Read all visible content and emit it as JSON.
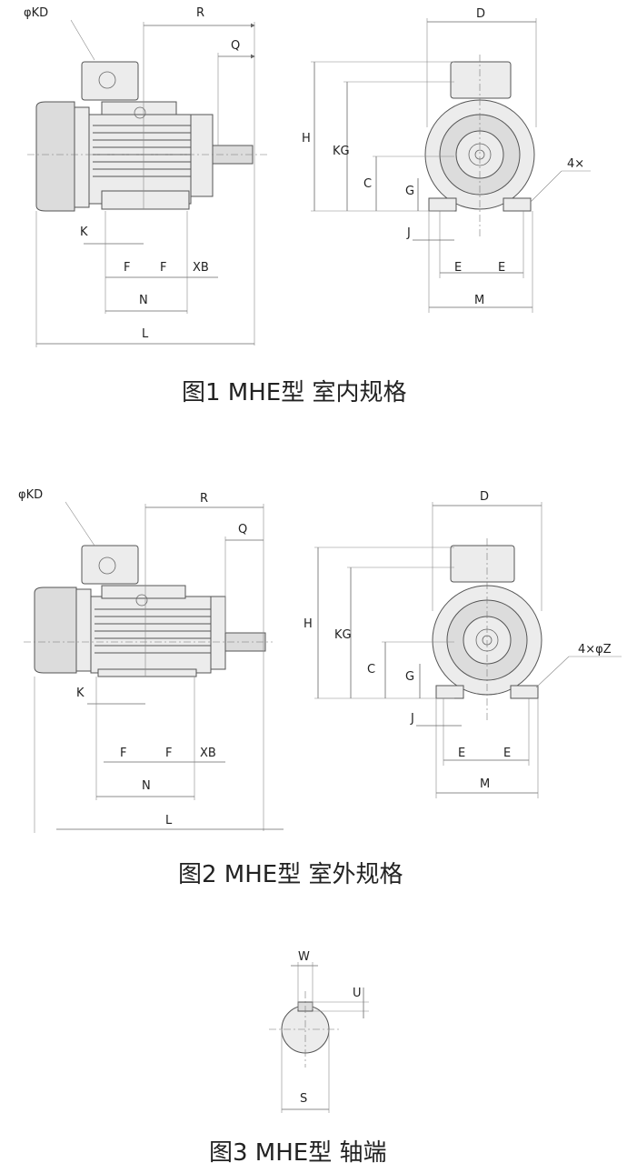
{
  "figures": [
    {
      "caption": "图1 MHE型 室内规格",
      "labels": {
        "kd": "φKD",
        "r": "R",
        "q": "Q",
        "k": "K",
        "f1": "F",
        "f2": "F",
        "xb": "XB",
        "n": "N",
        "l": "L",
        "d": "D",
        "h": "H",
        "kg": "KG",
        "c": "C",
        "g": "G",
        "j": "J",
        "e1": "E",
        "e2": "E",
        "m": "M",
        "holes": "4×"
      }
    },
    {
      "caption": "图2 MHE型 室外规格",
      "labels": {
        "kd": "φKD",
        "r": "R",
        "q": "Q",
        "k": "K",
        "f1": "F",
        "f2": "F",
        "xb": "XB",
        "n": "N",
        "l": "L",
        "d": "D",
        "h": "H",
        "kg": "KG",
        "c": "C",
        "g": "G",
        "j": "J",
        "e1": "E",
        "e2": "E",
        "m": "M",
        "holes": "4×φZ"
      }
    },
    {
      "caption": "图3 MHE型 轴端",
      "labels": {
        "w": "W",
        "u": "U",
        "s": "S"
      }
    }
  ]
}
